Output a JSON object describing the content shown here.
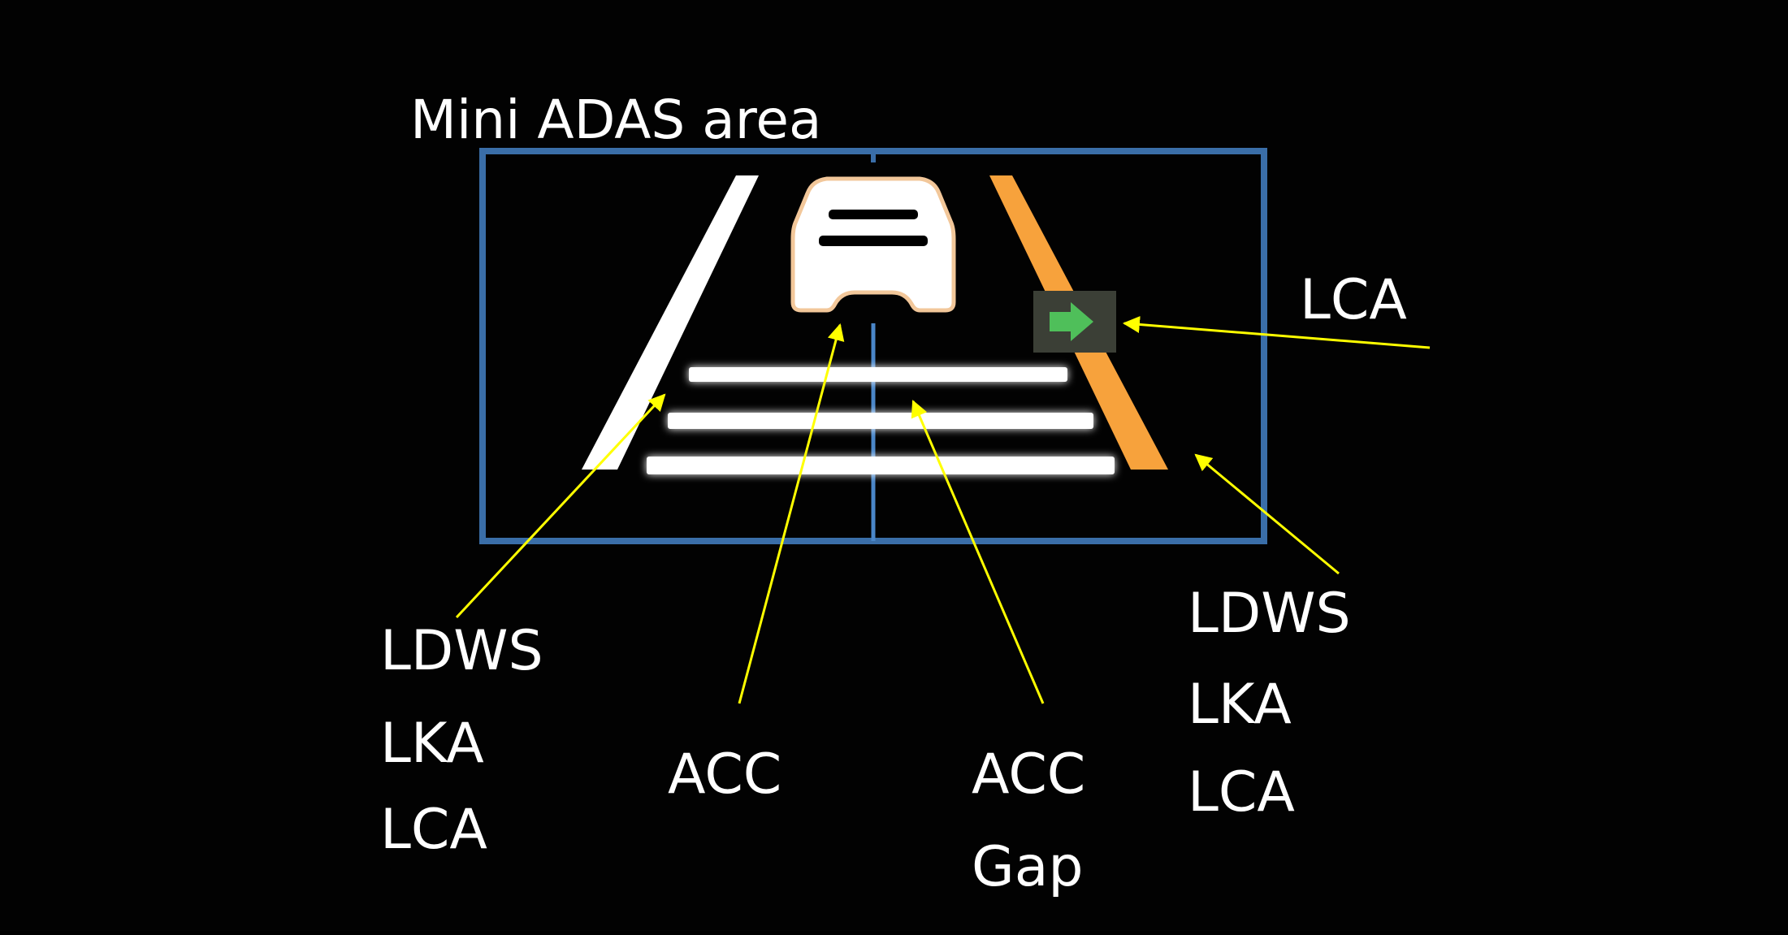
{
  "title": "Mini ADAS area",
  "colors": {
    "background": "#020202",
    "frame": "#3a6ea8",
    "lane_left": "#ffffff",
    "lane_right": "#f7a23c",
    "arrow": "#ffff00",
    "lca_indicator": "#4fbf5a",
    "lca_indicator_bg": "#3b3f36",
    "car": "#ffffff",
    "car_outline": "#f2c79a"
  },
  "icons": {
    "lead_vehicle": "car-rear-icon",
    "lane_change": "arrow-right-icon"
  },
  "callouts": {
    "left_lane": [
      "LDWS",
      "LKA",
      "LCA"
    ],
    "lead_vehicle": [
      "ACC"
    ],
    "gap_bars": [
      "ACC",
      "Gap"
    ],
    "right_lane": [
      "LDWS",
      "LKA",
      "LCA"
    ],
    "lane_change_indicator": [
      "LCA"
    ]
  }
}
